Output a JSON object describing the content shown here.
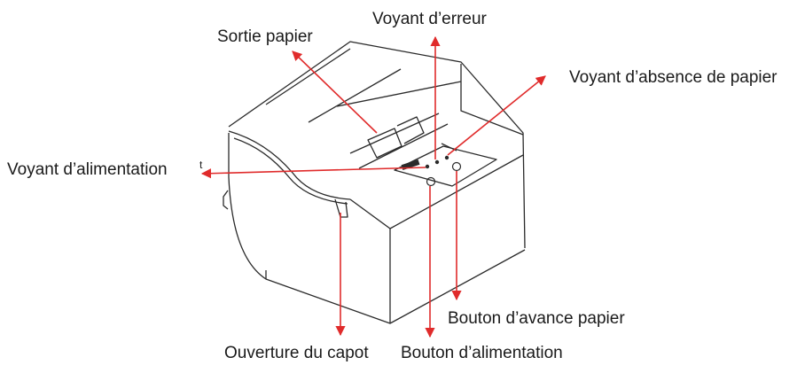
{
  "labels": {
    "sortie_papier": "Sortie papier",
    "voyant_erreur": "Voyant d’erreur",
    "voyant_absence_papier": "Voyant d’absence de papier",
    "voyant_alimentation": "Voyant d’alimentation",
    "bouton_avance_papier": "Bouton d’avance papier",
    "ouverture_capot": "Ouverture du capot",
    "bouton_alimentation": "Bouton d’alimentation"
  },
  "stray_marks": {
    "near_voyant_alimentation": "t"
  },
  "colors": {
    "arrow": "#e02b2b",
    "outline": "#2a2a2a",
    "text": "#1a1a1a"
  }
}
